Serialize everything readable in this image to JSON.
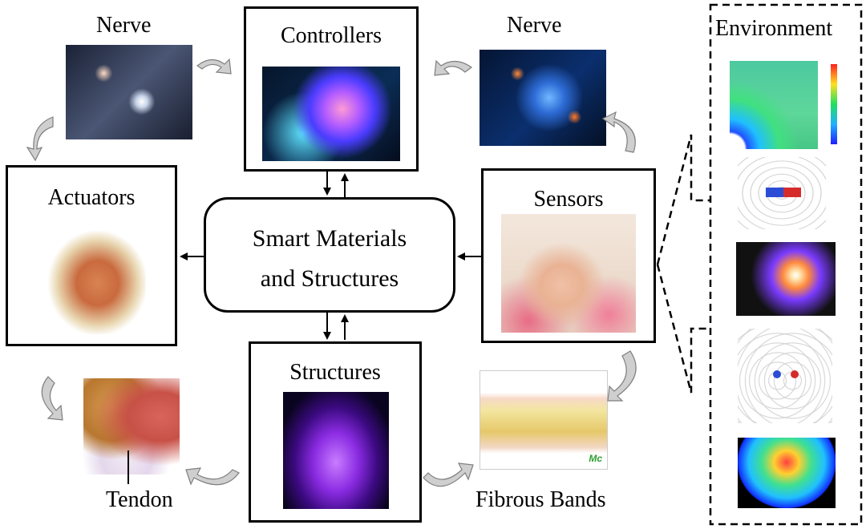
{
  "diagram": {
    "center": {
      "line1": "Smart Materials",
      "line2": "and Structures"
    },
    "controllers": {
      "title": "Controllers"
    },
    "sensors": {
      "title": "Sensors"
    },
    "actuators": {
      "title": "Actuators"
    },
    "structures": {
      "title": "Structures"
    },
    "nerve_left": {
      "label": "Nerve"
    },
    "nerve_right": {
      "label": "Nerve"
    },
    "tendon": {
      "label": "Tendon"
    },
    "fibrous": {
      "label": "Fibrous Bands",
      "logo": "Mc"
    },
    "environment": {
      "title": "Environment"
    }
  },
  "colors": {
    "ink": "#000000",
    "arrow_gray": "#bfbfbf",
    "bg": "#ffffff"
  }
}
